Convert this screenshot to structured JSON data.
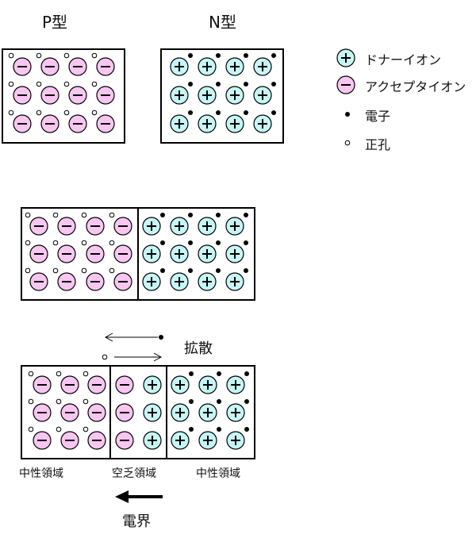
{
  "titles": {
    "p_type": "P型",
    "n_type": "N型"
  },
  "legend": {
    "donor_ion": "ドナーイオン",
    "acceptor_ion": "アクセプタイオン",
    "electron": "電子",
    "hole": "正孔"
  },
  "diffusion_label": "拡散",
  "regions": {
    "left": "中性領域",
    "middle": "空乏領域",
    "right": "中性領域"
  },
  "field_label": "電界",
  "colors": {
    "acceptor": "#f8c6f0",
    "donor": "#c6f6f6",
    "line": "#000000"
  }
}
